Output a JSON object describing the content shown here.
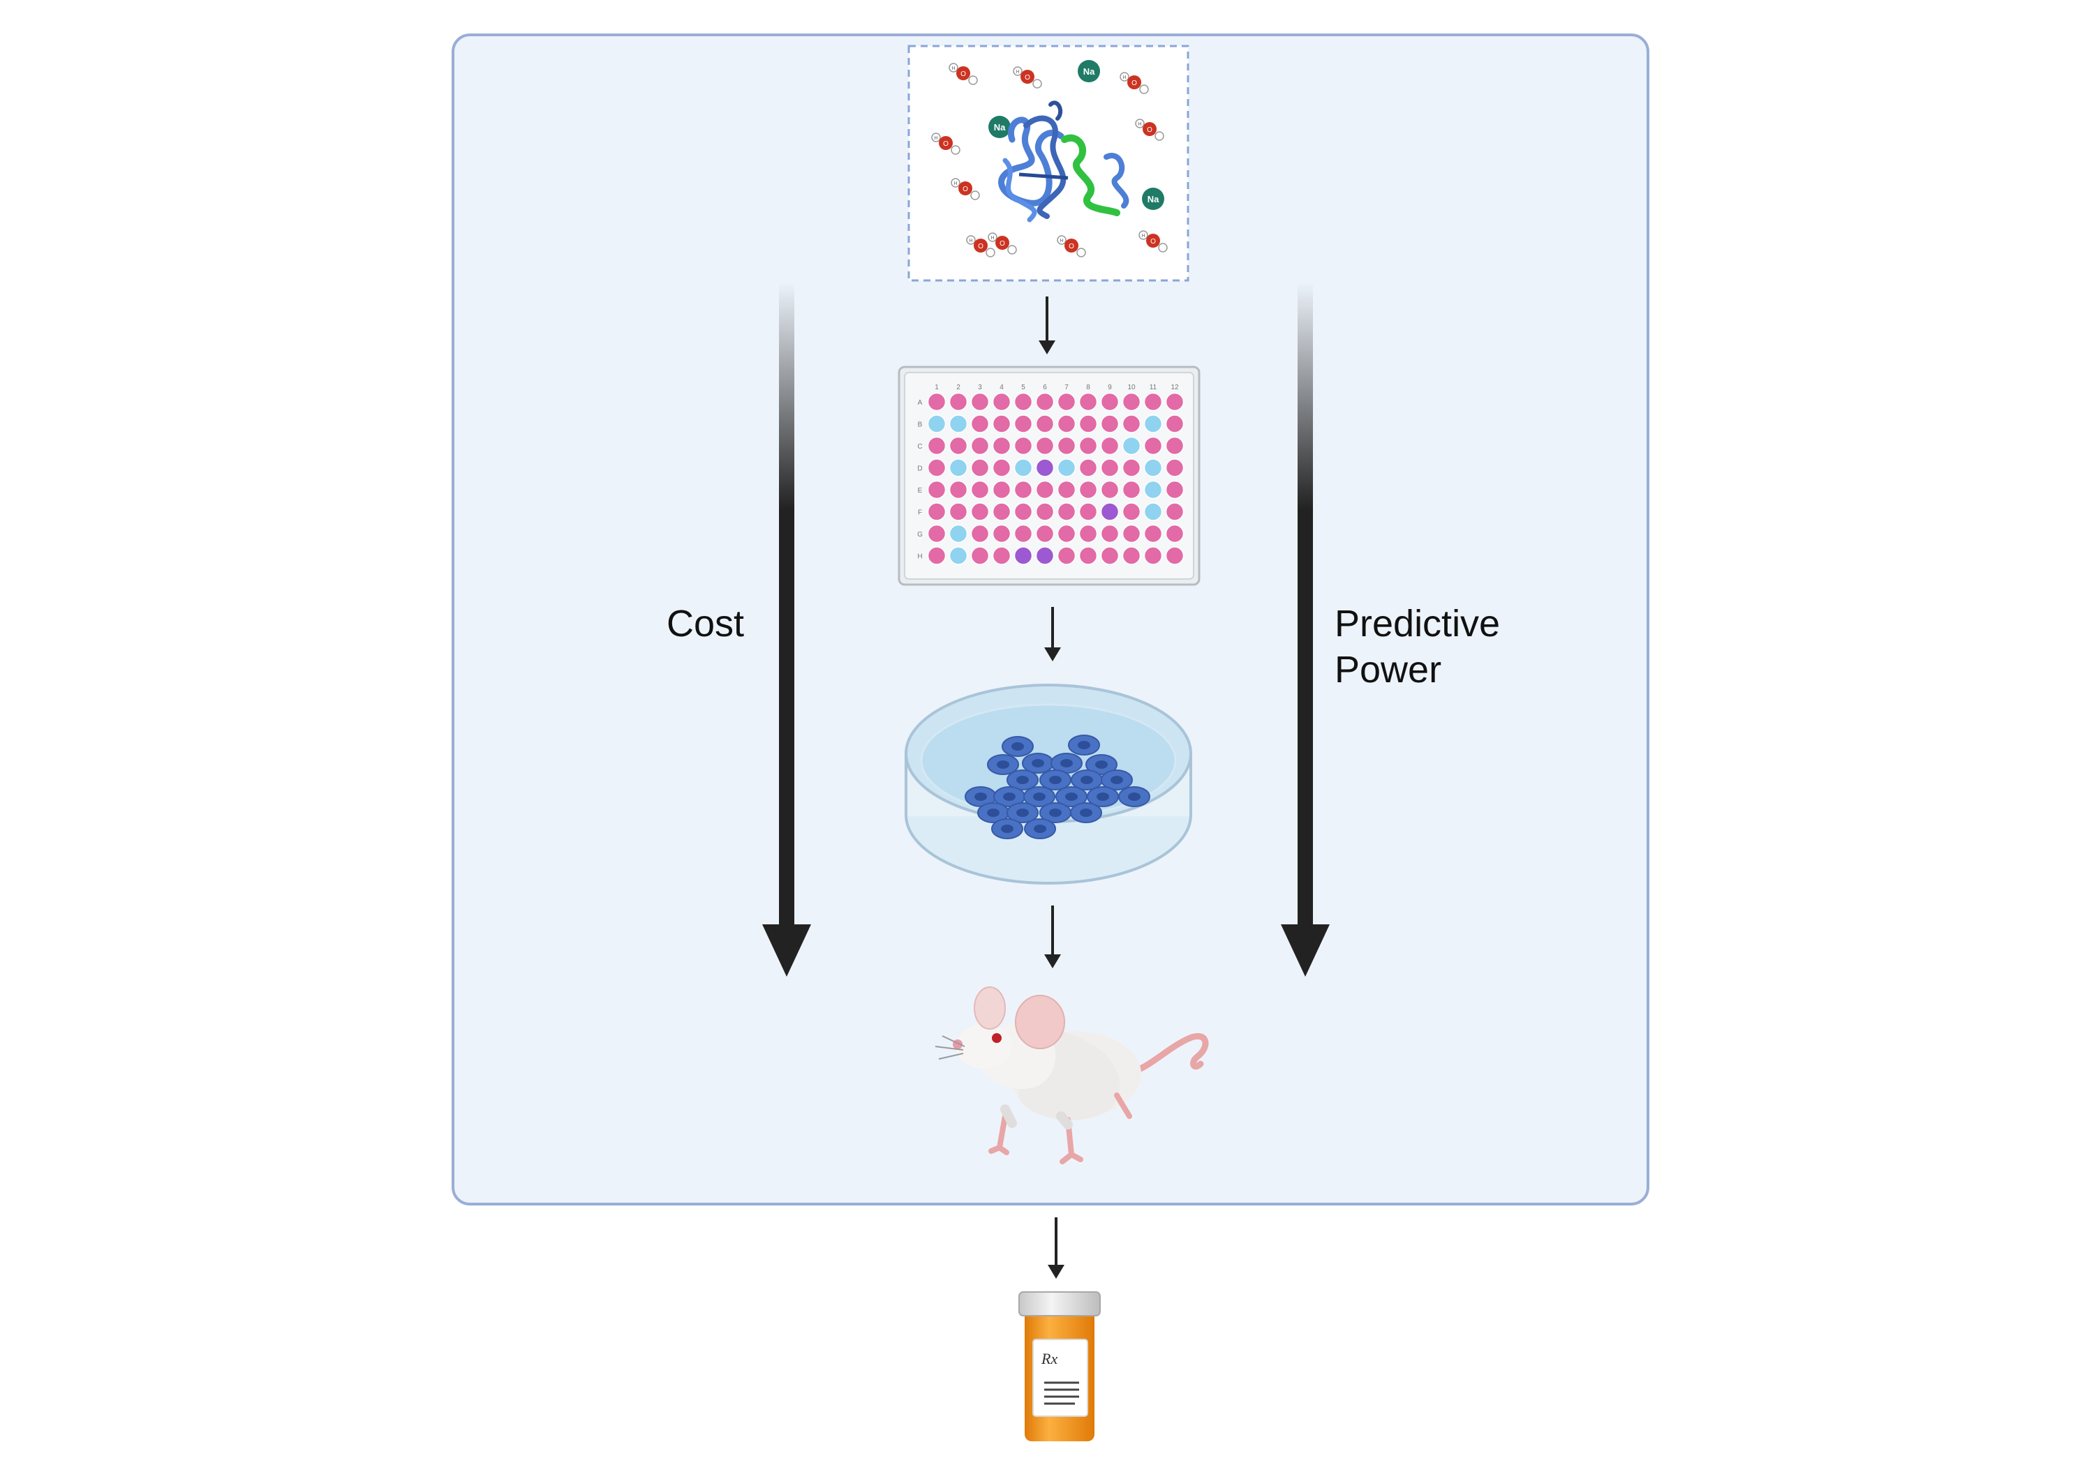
{
  "diagram": {
    "left_axis": {
      "label": "Cost"
    },
    "right_axis": {
      "label_line1": "Predictive",
      "label_line2": "Power"
    },
    "stages": [
      {
        "icon": "molecular-simulation-icon",
        "molecules": {
          "water": "O",
          "hydrogen": "H",
          "sodium": "Na"
        }
      },
      {
        "icon": "well-plate-icon",
        "columns": [
          "1",
          "2",
          "3",
          "4",
          "5",
          "6",
          "7",
          "8",
          "9",
          "10",
          "11",
          "12"
        ],
        "rows": [
          "A",
          "B",
          "C",
          "D",
          "E",
          "F",
          "G",
          "H"
        ]
      },
      {
        "icon": "petri-dish-icon"
      },
      {
        "icon": "mouse-icon"
      },
      {
        "icon": "pill-bottle-icon",
        "label": "Rx"
      }
    ]
  },
  "colors": {
    "panel_bg": "#edf3fb",
    "panel_border": "#9aaed6",
    "arrow": "#222222",
    "well_pink": "#e26aa6",
    "well_blue": "#8fd3f0",
    "well_purple": "#9c59d1",
    "cell_blue": "#4a72c4",
    "bottle_orange": "#f29a1a"
  }
}
